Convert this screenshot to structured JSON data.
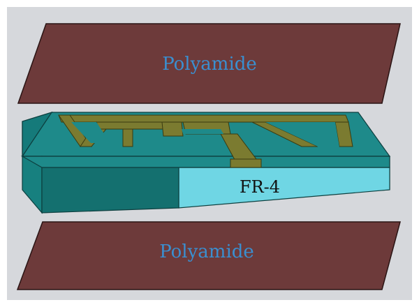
{
  "labels": {
    "top_layer": "Polyamide",
    "middle_layer": "FR-4",
    "bottom_layer": "Polyamide"
  },
  "colors": {
    "background": "#d6d8dc",
    "polyamide_fill": "#6d3a3a",
    "polyamide_edge": "#2a1414",
    "substrate_top": "#1e8a8a",
    "substrate_side": "#6fd6e4",
    "substrate_left": "#157a7a",
    "trace_fill": "#7b7b30",
    "label_polyamide": "#3a8fd0",
    "label_fr4": "#111111"
  }
}
